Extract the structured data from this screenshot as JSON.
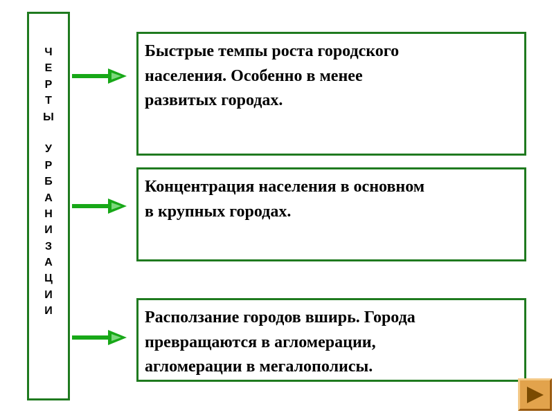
{
  "side": {
    "letters": [
      "Ч",
      "Е",
      "Р",
      "Т",
      "Ы",
      "",
      "У",
      "Р",
      "Б",
      "А",
      "Н",
      "И",
      "З",
      "А",
      "Ц",
      "И",
      "И"
    ]
  },
  "boxes": [
    {
      "text": "Быстрые темпы роста городского\nнаселения. Особенно в менее\nразвитых городах."
    },
    {
      "text": "Концентрация населения в основном\nв крупных городах."
    },
    {
      "text": "Расползание городов вширь. Города\nпревращаются в агломерации,\nагломерации в мегалополисы."
    }
  ],
  "colors": {
    "border": "#1f7a1f",
    "arrow": "#18a818",
    "arrowhead": "#7cd97c",
    "button": "#e2a34c",
    "button_icon": "#7a4a00"
  },
  "icons": {
    "arrow": "right-arrow-icon",
    "next": "play-triangle-icon"
  }
}
